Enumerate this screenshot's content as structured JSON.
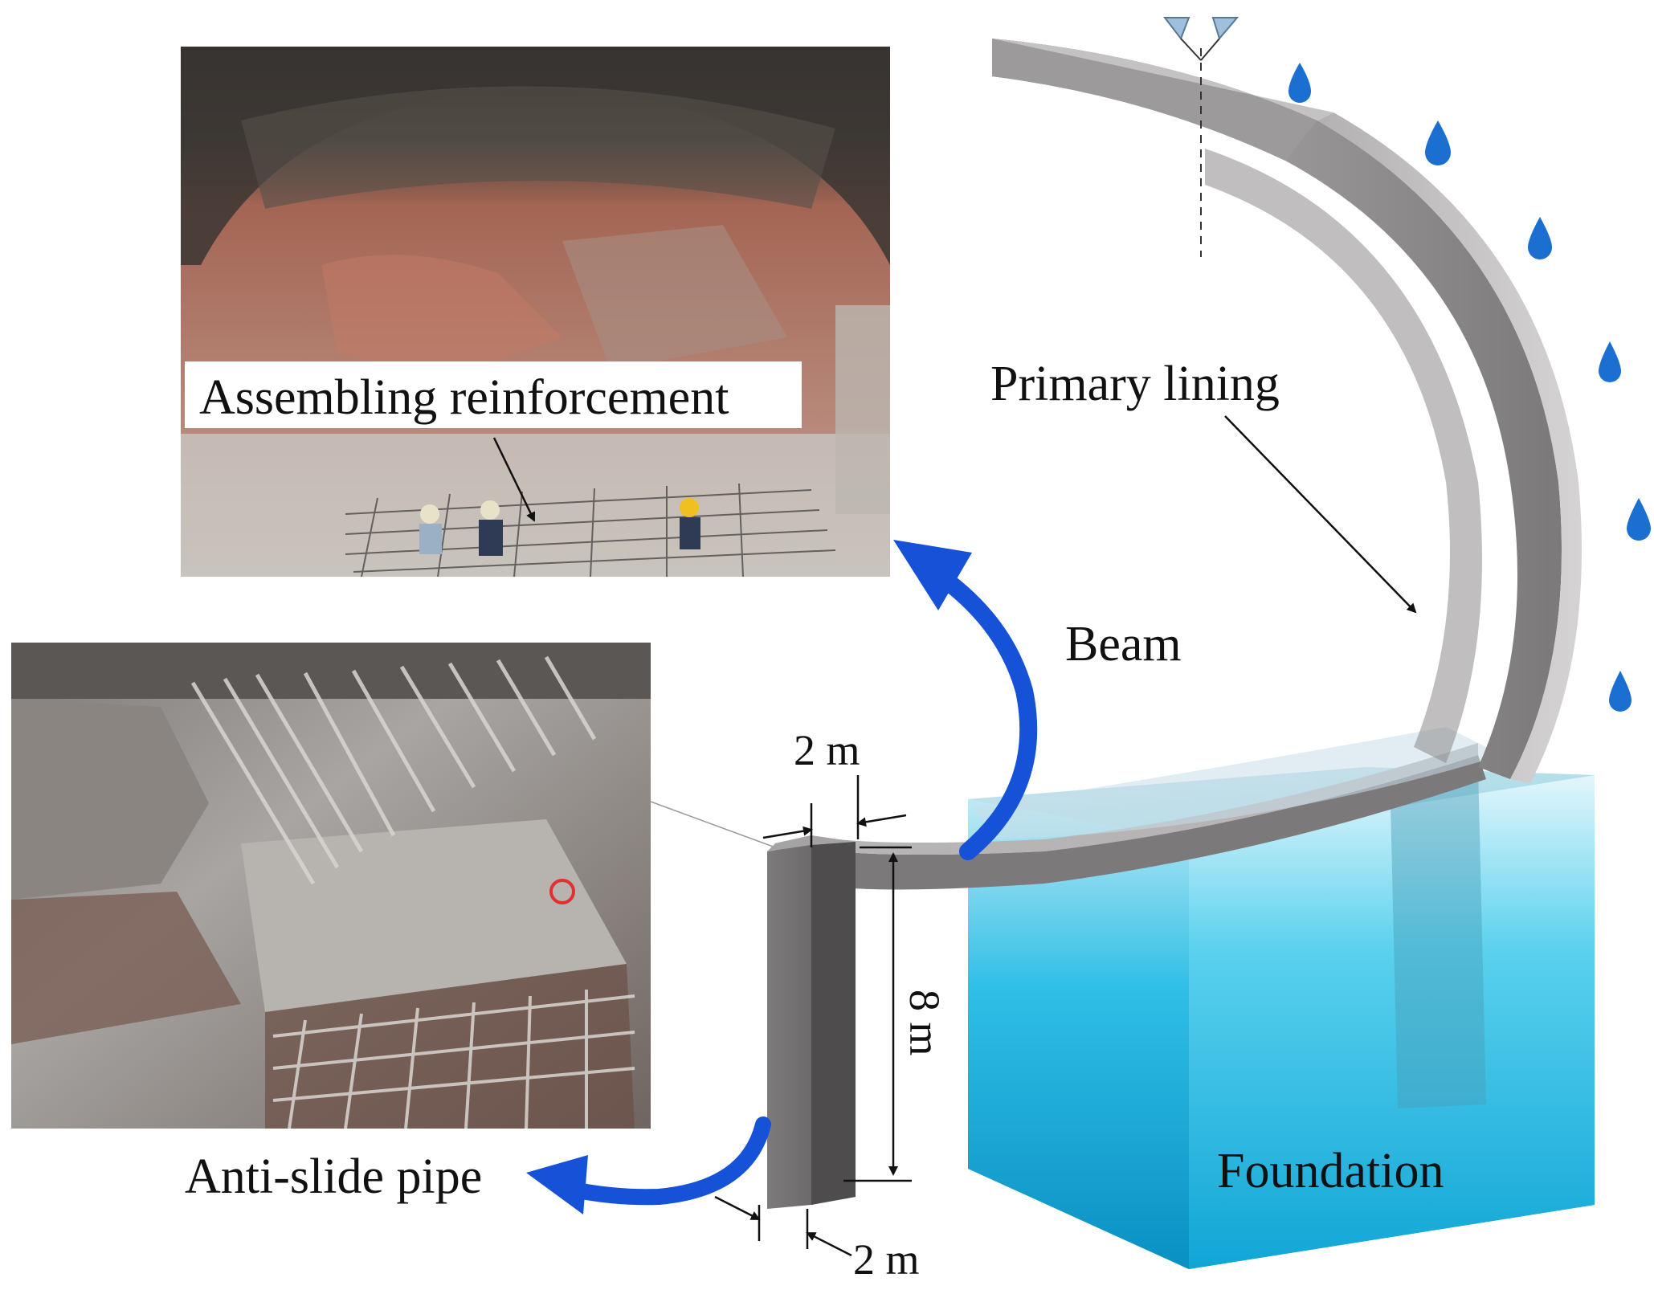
{
  "labels": {
    "assembling_reinforcement": "Assembling reinforcement",
    "primary_lining": "Primary lining",
    "beam": "Beam",
    "anti_slide_pipe": "Anti-slide pipe",
    "foundation": "Foundation",
    "dim_top_width": "2 m",
    "dim_height": "8 m",
    "dim_bottom_width": "2 m"
  },
  "colors": {
    "arrow_blue": "#1552d8",
    "water_drop": "#1a6fd0",
    "lining_gray": "#8a8789",
    "foundation_cyan": "#2ec3e6"
  },
  "icons": {
    "water_drops": "water-drop-icon",
    "crown_marker": "triangle-marker-icon"
  }
}
